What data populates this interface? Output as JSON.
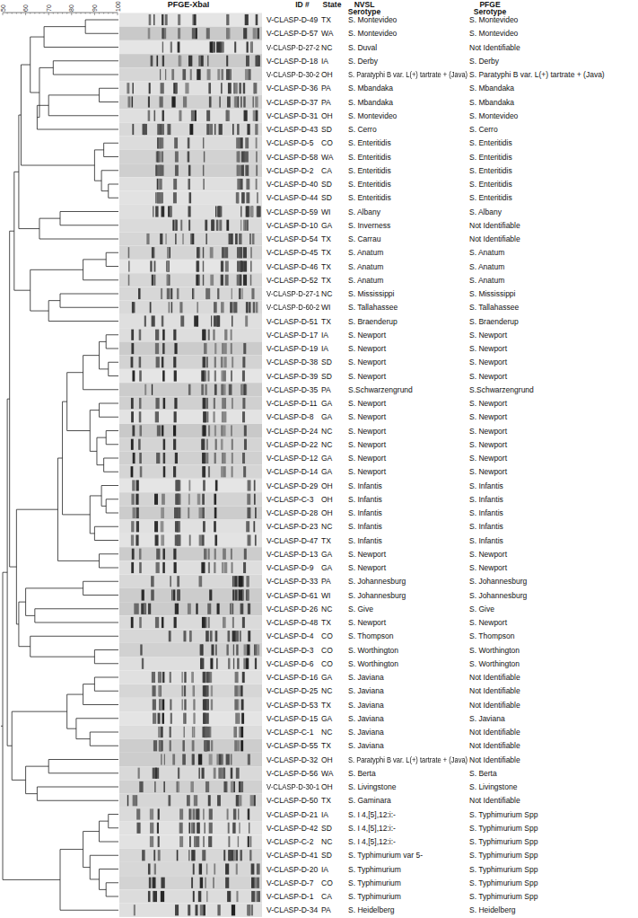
{
  "diagram": {
    "labels": [
      "50",
      "60",
      "70",
      "80",
      "90",
      "100",
      "PFGE-XbaI",
      "ID #",
      "State",
      "NVSL Serotype",
      "PFGE Serotype",
      "V-CLASP-D-49",
      "TX",
      "S. Montevideo",
      "S. Montevideo",
      "V-CLASP-D-57",
      "WA",
      "S. Montevideo",
      "S. Montevideo",
      "V-CLASP-D-27-2",
      "NC",
      "S. Duval",
      "Not Identifiable",
      "V-CLASP-D-18",
      "IA",
      "S. Derby",
      "S. Derby",
      "V-CLASP-D-30-2",
      "OH",
      "S. Paratyphi B var. L(+) tartrate + (Java)",
      "S. Paratyphi B var. L(+) tartrate + (Java)",
      "V-CLASP-D-36",
      "PA",
      "S. Mbandaka",
      "S. Mbandaka",
      "V-CLASP-D-37",
      "PA",
      "S. Mbandaka",
      "S. Mbandaka",
      "V-CLASP-D-31",
      "OH",
      "S. Montevideo",
      "S. Montevideo",
      "V-CLASP-D-43",
      "SD",
      "S. Cerro",
      "S. Cerro",
      "V-CLASP-D-5",
      "CO",
      "S. Enteritidis",
      "S. Enteritidis",
      "V-CLASP-D-58",
      "WA",
      "S. Enteritidis",
      "S. Enteritidis",
      "V-CLASP-D-2",
      "CA",
      "S. Enteritidis",
      "S. Enteritidis",
      "V-CLASP-D-40",
      "SD",
      "S. Enteritidis",
      "S. Enteritidis",
      "V-CLASP-D-44",
      "SD",
      "S. Enteritidis",
      "S. Enteritidis",
      "V-CLASP-D-59",
      "WI",
      "S. Albany",
      "S. Albany",
      "V-CLASP-D-10",
      "GA",
      "S. Inverness",
      "Not Identifiable",
      "V-CLASP-D-54",
      "TX",
      "S. Carrau",
      "Not Identifiable",
      "V-CLASP-D-45",
      "TX",
      "S. Anatum",
      "S. Anatum",
      "V-CLASP-D-46",
      "TX",
      "S. Anatum",
      "S. Anatum",
      "V-CLASP-D-52",
      "TX",
      "S. Anatum",
      "S. Anatum",
      "V-CLASP-D-27-1",
      "NC",
      "S. Mississippi",
      "S. Mississippi",
      "V-CLASP-D-60-2",
      "WI",
      "S. Tallahassee",
      "S. Tallahassee",
      "V-CLASP-D-51",
      "TX",
      "S. Braenderup",
      "S. Braenderup",
      "V-CLASP-D-17",
      "IA",
      "S. Newport",
      "S. Newport",
      "V-CLASP-D-19",
      "IA",
      "S. Newport",
      "S. Newport",
      "V-CLASP-D-38",
      "SD",
      "S. Newport",
      "S. Newport",
      "V-CLASP-D-39",
      "SD",
      "S. Newport",
      "S. Newport",
      "V-CLASP-D-35",
      "PA",
      "S.Schwarzengrund",
      "S.Schwarzengrund",
      "V-CLASP-D-11",
      "GA",
      "S. Newport",
      "S. Newport",
      "V-CLASP-D-8",
      "GA",
      "S. Newport",
      "S. Newport",
      "V-CLASP-D-24",
      "NC",
      "S. Newport",
      "S. Newport",
      "V-CLASP-D-22",
      "NC",
      "S. Newport",
      "S. Newport",
      "V-CLASP-D-12",
      "GA",
      "S. Newport",
      "S. Newport",
      "V-CLASP-D-14",
      "GA",
      "S. Newport",
      "S. Newport",
      "V-CLASP-D-29",
      "OH",
      "S. Infantis",
      "S. Infantis",
      "V-CLASP-C-3",
      "OH",
      "S. Infantis",
      "S. Infantis",
      "V-CLASP-D-28",
      "OH",
      "S. Infantis",
      "S. Infantis",
      "V-CLASP-D-23",
      "NC",
      "S. Infantis",
      "S. Infantis",
      "V-CLASP-D-47",
      "TX",
      "S. Infantis",
      "S. Infantis",
      "V-CLASP-D-13",
      "GA",
      "S. Newport",
      "S. Newport",
      "V-CLASP-D-9",
      "GA",
      "S. Newport",
      "S. Newport",
      "V-CLASP-D-33",
      "PA",
      "S. Johannesburg",
      "S. Johannesburg",
      "V-CLASP-D-61",
      "WI",
      "S. Johannesburg",
      "S. Johannesburg",
      "V-CLASP-D-26",
      "NC",
      "S. Give",
      "S. Give",
      "V-CLASP-D-48",
      "TX",
      "S. Newport",
      "S. Newport",
      "V-CLASP-D-4",
      "CO",
      "S. Thompson",
      "S. Thompson",
      "V-CLASP-D-3",
      "CO",
      "S. Worthington",
      "S. Worthington",
      "V-CLASP-D-6",
      "CO",
      "S. Worthington",
      "S. Worthington",
      "V-CLASP-D-16",
      "GA",
      "S. Javiana",
      "Not Identifiable",
      "V-CLASP-D-25",
      "NC",
      "S. Javiana",
      "Not Identifiable",
      "V-CLASP-D-53",
      "TX",
      "S. Javiana",
      "Not Identifiable",
      "V-CLASP-D-15",
      "GA",
      "S. Javiana",
      "S. Javiana",
      "V-CLASP-C-1",
      "NC",
      "S. Javiana",
      "Not Identifiable",
      "V-CLASP-D-55",
      "TX",
      "S. Javiana",
      "Not Identifiable",
      "V-CLASP-D-32",
      "OH",
      "S. Paratyphi B var. L(+) tartrate + (Java)",
      "Not Identifiable",
      "V-CLASP-D-56",
      "WA",
      "S. Berta",
      "S. Berta",
      "V-CLASP-D-30-1",
      "OH",
      "S. Livingstone",
      "S. Livingstone",
      "V-CLASP-D-50",
      "TX",
      "S. Gaminara",
      "Not Identifiable",
      "V-CLASP-D-21",
      "IA",
      "S. I 4,[5],12:i:-",
      "S. Typhimurium Spp",
      "V-CLASP-D-42",
      "SD",
      "S. I 4,[5],12:i:-",
      "S. Typhimurium Spp",
      "V-CLASP-C-2",
      "NC",
      "S. I 4,[5],12:i:-",
      "S. Typhimurium Spp",
      "V-CLASP-D-41",
      "SD",
      "S. Typhimurium var 5-",
      "S. Typhimurium Spp",
      "V-CLASP-D-20",
      "IA",
      "S. Typhimurium",
      "S. Typhimurium Spp",
      "V-CLASP-D-7",
      "CO",
      "S. Typhimurium",
      "S. Typhimurium Spp",
      "V-CLASP-D-1",
      "CA",
      "S. Typhimurium",
      "S. Typhimurium Spp",
      "V-CLASP-D-34",
      "PA",
      "S. Heidelberg",
      "S. Heidelberg"
    ]
  }
}
